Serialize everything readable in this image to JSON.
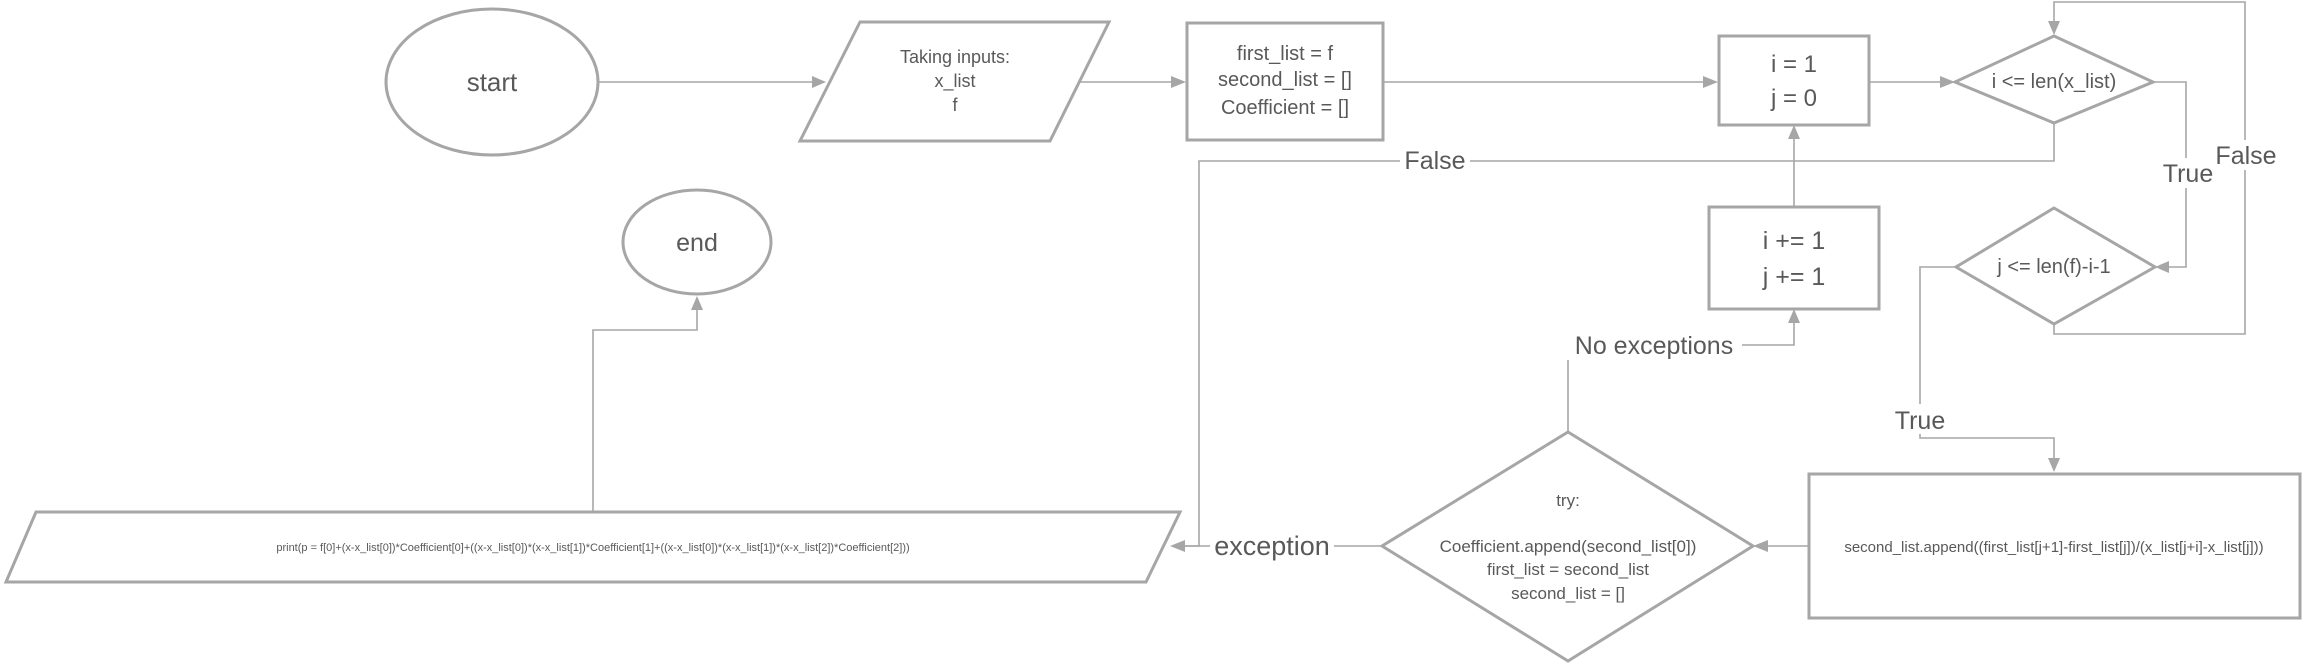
{
  "nodes": {
    "start": {
      "lines": [
        "start"
      ]
    },
    "inputs": {
      "lines": [
        "Taking inputs:",
        "x_list",
        "f"
      ]
    },
    "init_lists": {
      "lines": [
        "first_list = f",
        "second_list = []",
        "Coefficient = []"
      ]
    },
    "init_ij": {
      "lines": [
        "i = 1",
        "j = 0"
      ]
    },
    "cond_i": {
      "lines": [
        "i <= len(x_list)"
      ]
    },
    "cond_j": {
      "lines": [
        "j <= len(f)-i-1"
      ]
    },
    "increment": {
      "lines": [
        "i += 1",
        "j += 1"
      ]
    },
    "append": {
      "lines": [
        "second_list.append((first_list[j+1]-first_list[j])/(x_list[j+i]-x_list[j]))"
      ]
    },
    "try": {
      "lines": [
        "try:",
        "",
        "Coefficient.append(second_list[0])",
        "first_list = second_list",
        "second_list = []"
      ]
    },
    "print": {
      "lines": [
        "print(p = f[0]+(x-x_list[0])*Coefficient[0]+((x-x_list[0])*(x-x_list[1])*Coefficient[1]+((x-x_list[0])*(x-x_list[1])*(x-x_list[2])*Coefficient[2]))"
      ]
    },
    "end": {
      "lines": [
        "end"
      ]
    }
  },
  "edge_labels": {
    "false_i": "False",
    "true_i": "True",
    "false_j": "False",
    "true_j": "True",
    "no_exceptions": "No exceptions",
    "exception": "exception"
  }
}
